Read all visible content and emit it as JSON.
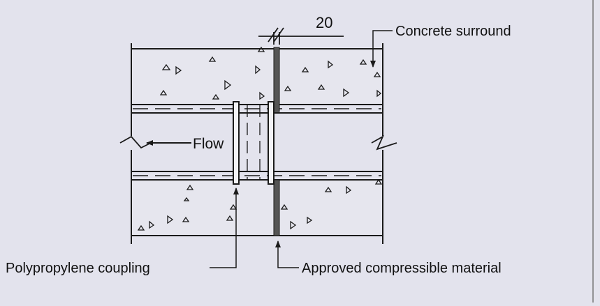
{
  "colors": {
    "background": "#e3e3ed",
    "line": "#1a1a1a",
    "concrete_fill": "#e6e6ee",
    "compressible_fill": "#555555"
  },
  "labels": {
    "dimension": "20",
    "concrete": "Concrete surround",
    "flow": "Flow",
    "coupling": "Polypropylene coupling",
    "compressible": "Approved compressible material"
  }
}
